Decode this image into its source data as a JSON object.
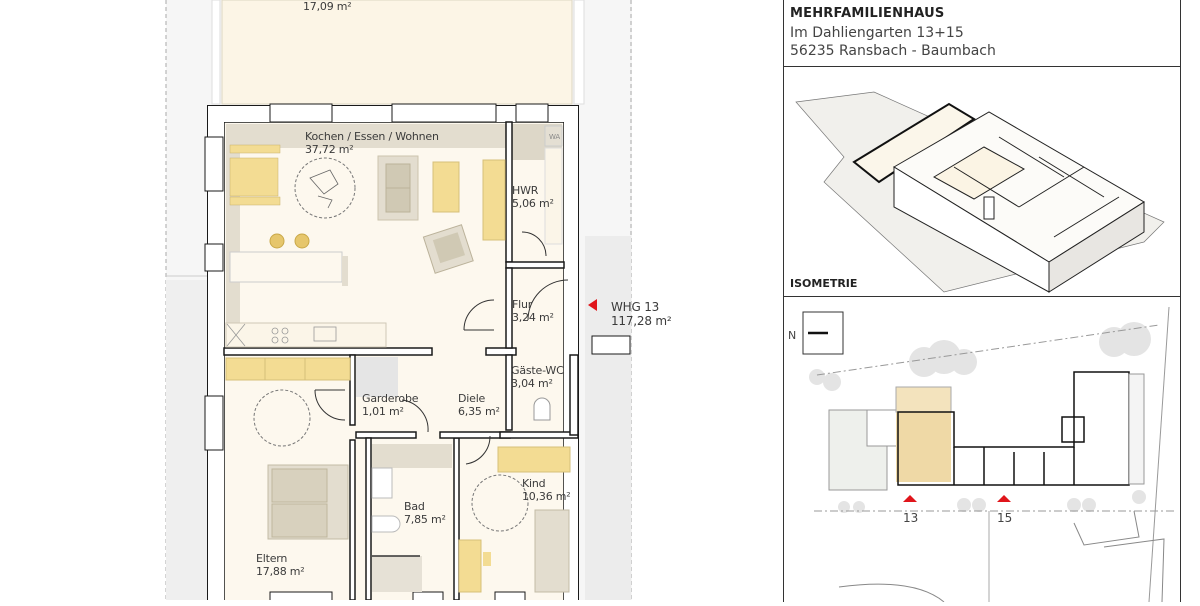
{
  "title_block": {
    "project": "MEHRFAMILIENHAUS",
    "address_line1": "Im Dahliengarten 13+15",
    "address_line2": "56235 Ransbach - Baumbach"
  },
  "isometric": {
    "label": "ISOMETRIE"
  },
  "site_plan": {
    "north_label": "N",
    "entrances": [
      {
        "number": "13",
        "color": "#e0151b"
      },
      {
        "number": "15",
        "color": "#e0151b"
      }
    ],
    "highlight_color": "#efd9a6"
  },
  "unit": {
    "name": "WHG 13",
    "total_area": "117,28 m²",
    "marker_color": "#e0151b"
  },
  "rooms": [
    {
      "id": "terrasse",
      "name": "",
      "area": "17,09 m²"
    },
    {
      "id": "kochen",
      "name": "Kochen / Essen / Wohnen",
      "area": "37,72 m²"
    },
    {
      "id": "hwr",
      "name": "HWR",
      "area": "5,06 m²"
    },
    {
      "id": "flur",
      "name": "Flur",
      "area": "3,24 m²"
    },
    {
      "id": "gaeste-wc",
      "name": "Gäste-WC",
      "area": "3,04 m²"
    },
    {
      "id": "garderobe",
      "name": "Garderobe",
      "area": "1,01 m²"
    },
    {
      "id": "diele",
      "name": "Diele",
      "area": "6,35 m²"
    },
    {
      "id": "bad",
      "name": "Bad",
      "area": "7,85 m²"
    },
    {
      "id": "kind",
      "name": "Kind",
      "area": "10,36 m²"
    },
    {
      "id": "eltern",
      "name": "Eltern",
      "area": "17,88 m²"
    }
  ],
  "fixtures": {
    "washing_machine": "WA"
  },
  "colors": {
    "floor": "#fdf8ee",
    "floor_shade": "#ddd6c8",
    "furniture_yellow": "#f3dc93",
    "furniture_grey": "#d6d0bf",
    "wall": "#1a1a1a"
  }
}
